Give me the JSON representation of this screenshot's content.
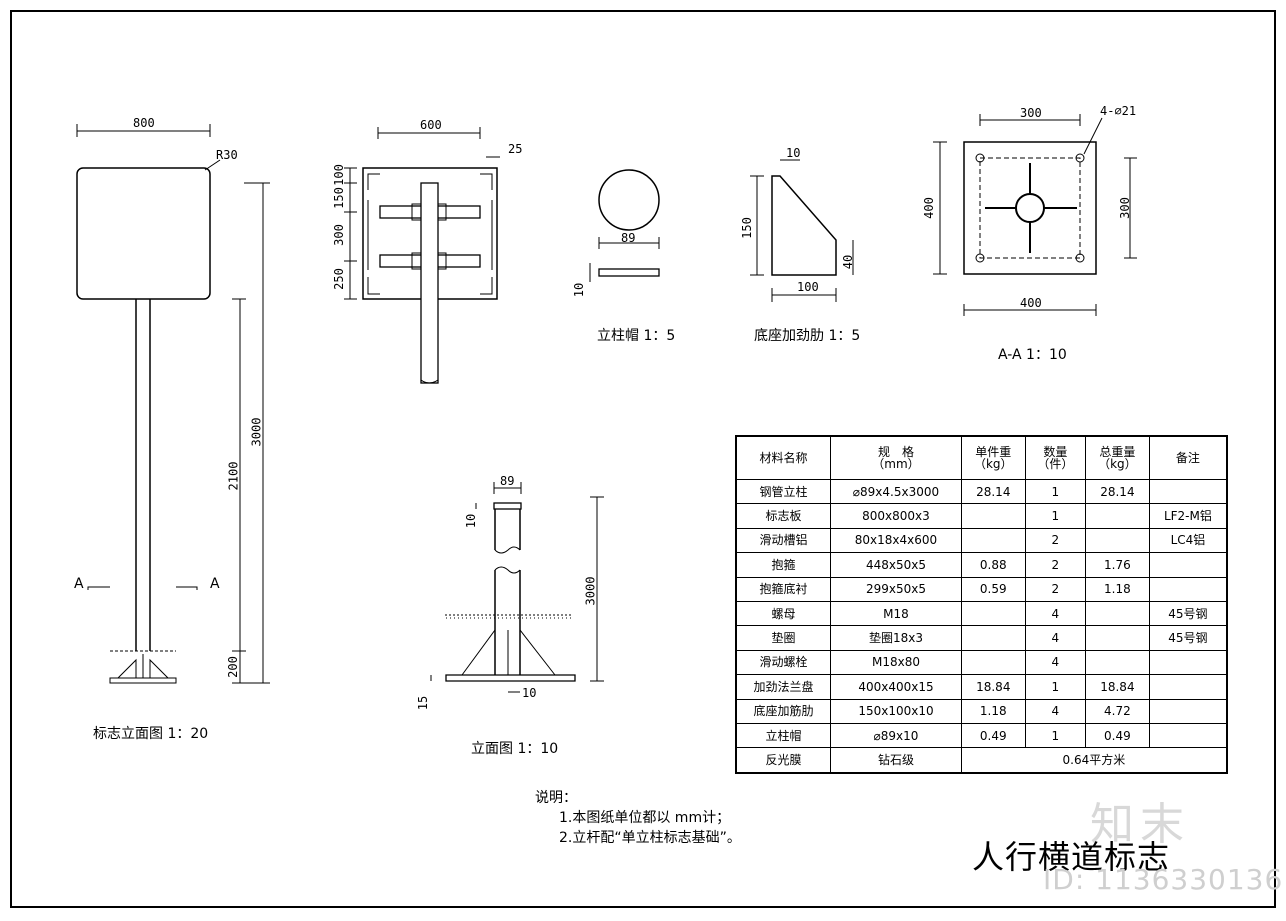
{
  "drawing_title": "人行横道标志",
  "views": {
    "elevation": {
      "label": "标志立面图 1：20",
      "width": "800",
      "radius": "R30",
      "h_total": "3000",
      "h_post": "2100",
      "h_base": "200",
      "section_left": "A",
      "section_right": "A"
    },
    "back": {
      "width": "600",
      "edge": "25",
      "d1": "100",
      "d2": "150",
      "d3": "300",
      "d4": "250"
    },
    "cap": {
      "label": "立柱帽 1：5",
      "dia": "89",
      "thick": "10"
    },
    "rib": {
      "label": "底座加劲肋 1：5",
      "top": "10",
      "height": "150",
      "base": "100",
      "side": "40"
    },
    "section": {
      "label": "A-A 1：10",
      "w_top": "300",
      "holes": "4-⌀21",
      "h_left": "400",
      "h_right": "300",
      "w_bottom": "400"
    },
    "detail": {
      "label": "立面图 1：10",
      "dia": "89",
      "top": "10",
      "height": "3000",
      "plate": "15",
      "gap": "10"
    }
  },
  "table": {
    "headers": [
      [
        "材料名称"
      ],
      [
        "规　格",
        "（mm）"
      ],
      [
        "单件重",
        "（kg）"
      ],
      [
        "数量",
        "（件）"
      ],
      [
        "总重量",
        "（kg）"
      ],
      [
        "备注"
      ]
    ],
    "rows": [
      [
        "钢管立柱",
        "⌀89x4.5x3000",
        "28.14",
        "1",
        "28.14",
        ""
      ],
      [
        "标志板",
        "800x800x3",
        "",
        "1",
        "",
        "LF2-M铝"
      ],
      [
        "滑动槽铝",
        "80x18x4x600",
        "",
        "2",
        "",
        "LC4铝"
      ],
      [
        "抱箍",
        "448x50x5",
        "0.88",
        "2",
        "1.76",
        ""
      ],
      [
        "抱箍底衬",
        "299x50x5",
        "0.59",
        "2",
        "1.18",
        ""
      ],
      [
        "螺母",
        "M18",
        "",
        "4",
        "",
        "45号钢"
      ],
      [
        "垫圈",
        "垫圈18x3",
        "",
        "4",
        "",
        "45号钢"
      ],
      [
        "滑动螺栓",
        "M18x80",
        "",
        "4",
        "",
        ""
      ],
      [
        "加劲法兰盘",
        "400x400x15",
        "18.84",
        "1",
        "18.84",
        ""
      ],
      [
        "底座加筋肋",
        "150x100x10",
        "1.18",
        "4",
        "4.72",
        ""
      ],
      [
        "立柱帽",
        "⌀89x10",
        "0.49",
        "1",
        "0.49",
        ""
      ]
    ],
    "last_row": {
      "name": "反光膜",
      "spec": "钻石级",
      "value": "0.64平方米"
    }
  },
  "notes": {
    "heading": "说明：",
    "items": [
      "1.本图纸单位都以 mm计；",
      "2.立杆配“单立柱标志基础”。"
    ]
  },
  "watermark": {
    "logo": "知末",
    "id": "ID: 1136330136"
  }
}
